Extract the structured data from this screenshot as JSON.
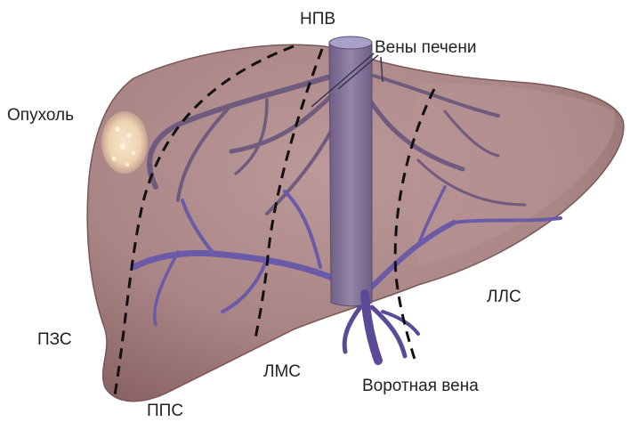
{
  "labels": {
    "ivc": "НПВ",
    "hepatic_veins": "Вены печени",
    "tumor": "Опухоль",
    "right_posterior": "ПЗС",
    "right_anterior": "ППС",
    "left_medial": "ЛМС",
    "left_lateral": "ЛЛС",
    "portal_vein": "Воротная вена"
  },
  "colors": {
    "liver": "#a98585",
    "liver_dark": "#7a5656",
    "vessels": "#6f5b7e",
    "ivc": "#7d6d92",
    "portal": "#6a5aa8",
    "tumor": "#f0dcc0",
    "dashed_line": "#111111",
    "text": "#222222"
  }
}
